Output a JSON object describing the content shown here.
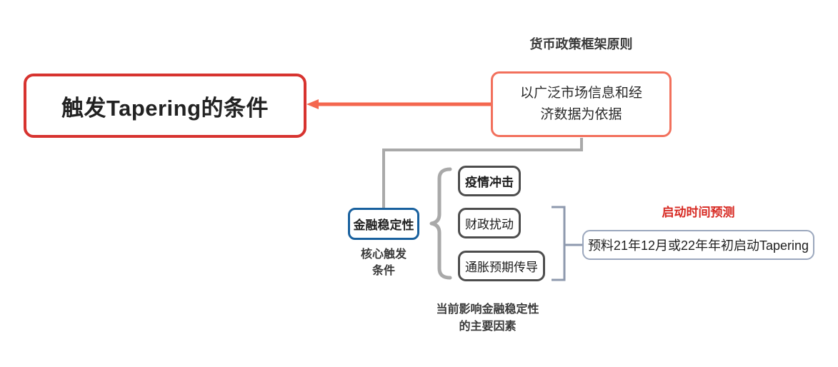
{
  "diagram": {
    "title": "触发Tapering的条件",
    "type": "mindmap",
    "colors": {
      "root_border": "#d7332f",
      "framework_border": "#f2705c",
      "connector_red": "#f4674f",
      "connector_gray": "#a9a9a9",
      "stability_border": "#18609e",
      "factor_border": "#4d4d4d",
      "prediction_border": "#9ba7bd",
      "prediction_caption": "#d72a23",
      "text": "#262626"
    },
    "root": {
      "label": "触发Tapering的条件"
    },
    "framework": {
      "caption": "货币政策框架原则",
      "line1": "以广泛市场信息和经",
      "line2": "济数据为依据"
    },
    "stability": {
      "label": "金融稳定性",
      "caption_line1": "核心触发",
      "caption_line2": "条件"
    },
    "factors": {
      "caption_line1": "当前影响金融稳定性",
      "caption_line2": "的主要因素",
      "items": [
        {
          "label": "疫情冲击"
        },
        {
          "label": "财政扰动"
        },
        {
          "label": "通胀预期传导"
        }
      ]
    },
    "prediction": {
      "caption": "启动时间预测",
      "label": "预料21年12月或22年年初启动Tapering"
    }
  }
}
